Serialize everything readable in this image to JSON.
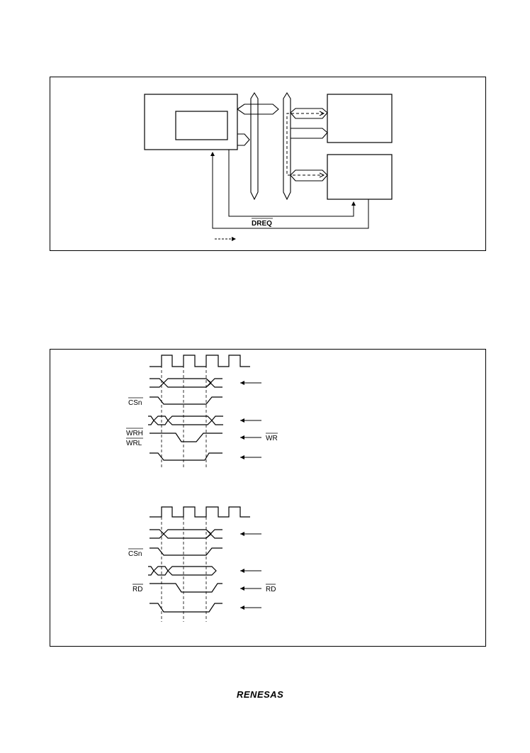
{
  "figure1": {
    "dreq_label": "DREQ",
    "legend_label": ""
  },
  "figure2": {
    "write_signals": {
      "csn": "CSn",
      "wrh": "WRH",
      "wrl": "WRL",
      "wr_right": "WR"
    },
    "read_signals": {
      "csn": "CSn",
      "rd": "RD",
      "rd_right": "RD"
    }
  },
  "footer": {
    "logo_text": "RENESAS"
  }
}
